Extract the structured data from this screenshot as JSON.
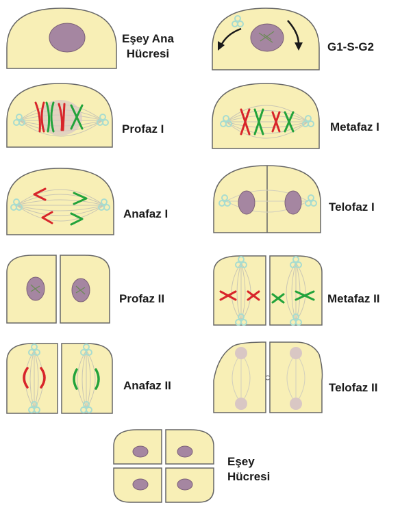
{
  "colors": {
    "cell_fill": "#f8efb6",
    "cell_stroke": "#666666",
    "nucleus": "#a586a1",
    "nucleus_stroke": "#7a5f76",
    "spindle": "#c9c6b4",
    "centrosome": "#a8dccf",
    "chromosome_red": "#d8252a",
    "chromosome_green": "#22a33b",
    "arrow": "#1a1a1a"
  },
  "stages": [
    {
      "id": "esey-ana-hucresi",
      "lines": [
        "Eşey Ana",
        "Hücresi"
      ]
    },
    {
      "id": "g1-s-g2",
      "lines": [
        "G1-S-G2"
      ]
    },
    {
      "id": "profaz-1",
      "lines": [
        "Profaz I"
      ]
    },
    {
      "id": "metafaz-1",
      "lines": [
        "Metafaz I"
      ]
    },
    {
      "id": "anafaz-1",
      "lines": [
        "Anafaz I"
      ]
    },
    {
      "id": "telofaz-1",
      "lines": [
        "Telofaz I"
      ]
    },
    {
      "id": "profaz-2",
      "lines": [
        "Profaz II"
      ]
    },
    {
      "id": "metafaz-2",
      "lines": [
        "Metafaz II"
      ]
    },
    {
      "id": "anafaz-2",
      "lines": [
        "Anafaz II"
      ]
    },
    {
      "id": "telofaz-2",
      "lines": [
        "Telofaz II"
      ]
    },
    {
      "id": "esey-hucresi",
      "lines": [
        "Eşey",
        "Hücresi"
      ]
    }
  ]
}
